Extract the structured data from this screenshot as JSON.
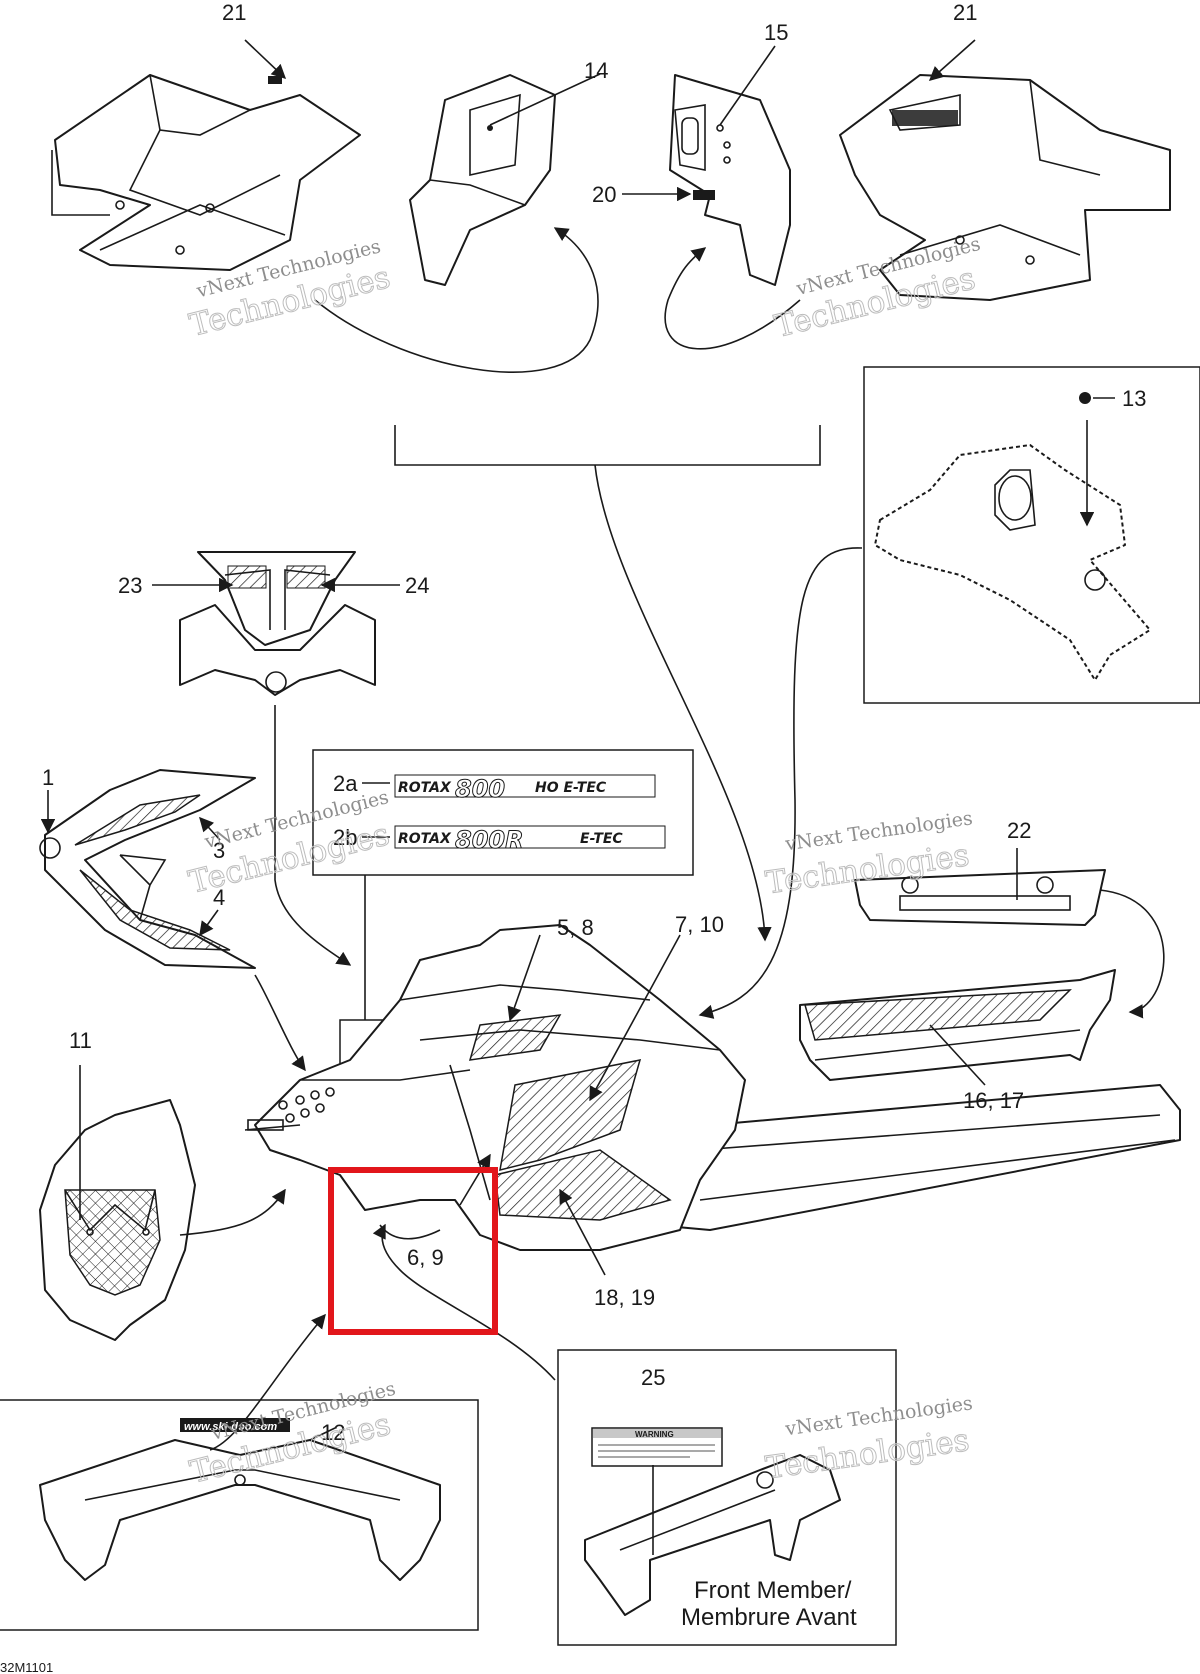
{
  "callouts": {
    "c1": "1",
    "c2a": "2a",
    "c2b": "2b",
    "c3": "3",
    "c4": "4",
    "c58": "5, 8",
    "c69": "6, 9",
    "c710": "7, 10",
    "c11": "11",
    "c12": "12",
    "c13": "13",
    "c14": "14",
    "c15": "15",
    "c1617": "16, 17",
    "c1819": "18, 19",
    "c20": "20",
    "c21l": "21",
    "c21r": "21",
    "c22": "22",
    "c23": "23",
    "c24": "24",
    "c25": "25"
  },
  "decals": {
    "rotax_a": "ROTAX",
    "number_a": "800",
    "suffix_a": "HO E-TEC",
    "rotax_b": "ROTAX",
    "number_b": "800R",
    "suffix_b": "E-TEC",
    "website": "www.ski-doo.com",
    "warning": "WARNING"
  },
  "captions": {
    "front_member_line1": "Front Member/",
    "front_member_line2": "Membrure Avant",
    "diagram_ref": "32M1101"
  },
  "watermark": {
    "line1": "vNext Technologies",
    "line2": "Technologies"
  },
  "highlight": {
    "color": "#e2161b",
    "target": "6, 9"
  }
}
